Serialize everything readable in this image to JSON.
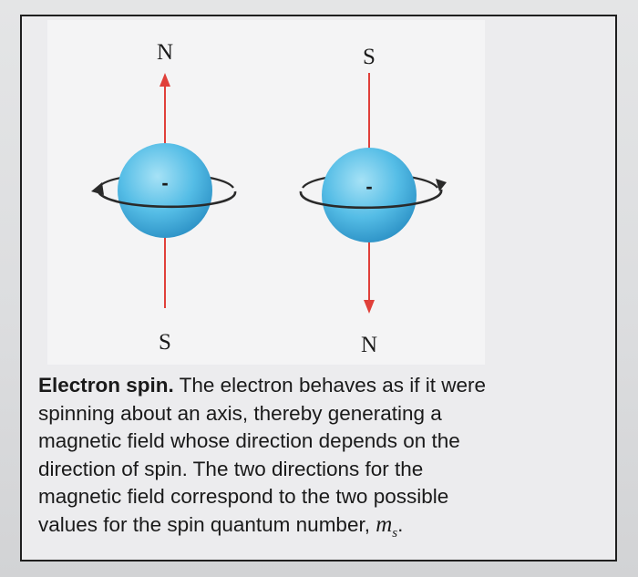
{
  "diagram": {
    "left_spin": {
      "top_pole": "N",
      "bottom_pole": "S",
      "charge": "-"
    },
    "right_spin": {
      "top_pole": "S",
      "bottom_pole": "N",
      "charge": "-"
    },
    "colors": {
      "field_line": "#e0403a",
      "sphere_light": "#8fd6ef",
      "sphere_mid": "#4fb8e2",
      "sphere_dark": "#2a8fc4",
      "orbit": "#2a2a2a"
    }
  },
  "caption": {
    "lead": "Electron spin.",
    "lines": [
      " The electron behaves as if it were",
      "spinning about an axis, thereby generating a",
      "magnetic field whose direction depends on the",
      "direction of spin. The two directions for the",
      "magnetic field correspond to the two possible",
      "values for the spin quantum number, "
    ],
    "symbol_main": "m",
    "symbol_sub": "s",
    "end_punct": "."
  }
}
